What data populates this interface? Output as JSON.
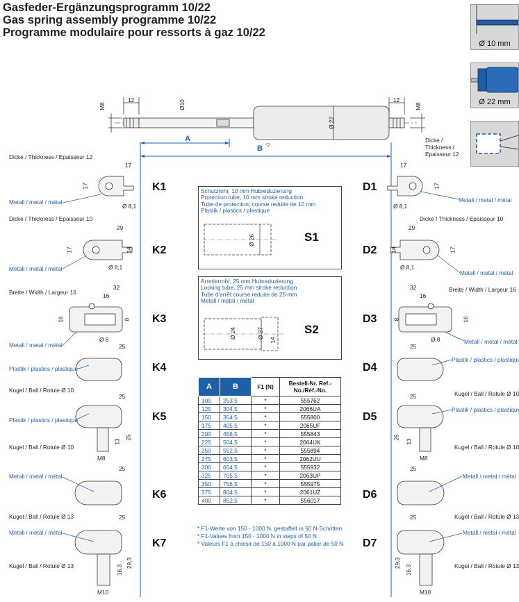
{
  "titles": {
    "de": "Gasfeder-Ergänzungsprogramm 10/22",
    "en": "Gas spring assembly programme 10/22",
    "fr": "Programme modulaire pour ressorts à gaz 10/22"
  },
  "panels": {
    "rod": "Ø 10 mm",
    "tube": "Ø 22 mm"
  },
  "main_dims": {
    "m8_left": "M8",
    "m8_right": "M8",
    "d12_left": "12",
    "d12_right": "12",
    "d10": "Ø10",
    "d22": "Ø 22",
    "a": "A",
    "b": "B",
    "b_note": "*2"
  },
  "left_codes": [
    "K1",
    "K2",
    "K3",
    "K4",
    "K5",
    "K6",
    "K7"
  ],
  "right_codes": [
    "D1",
    "D2",
    "D3",
    "D4",
    "D5",
    "D6",
    "D7"
  ],
  "left_labels": {
    "k1_thick": "Dicke / Thickness / Epaisseur 12",
    "k1_mat": "Metall / metal / métal",
    "k2_thick": "Dicke / Thickness / Epaisseur 10",
    "k2_mat": "Metall / metal / métal",
    "k3_width": "Breite / Width / Largeur 16",
    "k3_mat": "Metall / metal / métal",
    "k4_mat": "Plastik / plastics / plastique",
    "k4_ball": "Kugel / Ball / Rotule Ø 10",
    "k5_mat": "Plastik / plastics / plastique",
    "k5_ball": "Kugel / Ball / Rotule Ø 10",
    "k6_mat": "Metall / metal / métal",
    "k6_ball": "Kugel / Ball / Rotule Ø 13",
    "k7_mat": "Metall / metal / métal",
    "k7_ball": "Kugel / Ball / Rotule Ø 13"
  },
  "right_labels": {
    "d1_thick": [
      "Dicke /",
      "Thickness /",
      "Epaisseur 12"
    ],
    "d1_mat": "Metall / metal / métal",
    "d2_thick": "Dicke / Thickness / Epaisseur 10",
    "d2_mat": "Metall / metal / métal",
    "d3_width": "Breite / Width / Largeur 16",
    "d3_mat": "Metall / metal / métal",
    "d4_mat": "Plastik / plastics / plastique",
    "d4_ball": "Kugel / Ball / Rotule Ø 10",
    "d5_mat": "Plastik / plastics / plastique",
    "d5_ball": "Kugel / Ball / Rotule Ø 10",
    "d6_mat": "Metall / metal / métal",
    "d6_ball": "Kugel / Ball / Rotule Ø 13",
    "d7_mat": "Metall / metal / métal",
    "d7_ball": "Kugel / Ball / Rotule Ø 13"
  },
  "fitting_dims": {
    "k1": [
      "17",
      "17",
      "Ø 8,1"
    ],
    "k2": [
      "29",
      "17",
      "14",
      "Ø 8,1"
    ],
    "k3": [
      "32",
      "16",
      "16",
      "8",
      "Ø 8"
    ],
    "k4": [
      "25"
    ],
    "k5": [
      "25",
      "25",
      "13",
      "M8"
    ],
    "k6": [
      "25"
    ],
    "k7": [
      "25",
      "29,3",
      "16,3",
      "M10"
    ]
  },
  "s1": {
    "lines": [
      "Schutzrohr, 10 mm Hubreduzierung",
      "Protection tube, 10 mm stroke reduction",
      "Tube de protection, course reduite de 10 mm",
      "Plastik / plastics / plastique"
    ],
    "code": "S1",
    "dim": "Ø 26"
  },
  "s2": {
    "lines": [
      "Arretierrohr, 25 mm Hubreduzierung",
      "Locking tube, 25 mm stroke reduction",
      "Tube d'arrêt course reduite de 25 mm",
      "Metall / metal / métal"
    ],
    "code": "S2",
    "dims": [
      "Ø 24",
      "Ø 27",
      "14"
    ]
  },
  "order_table": {
    "headers": [
      "A",
      "B",
      "F1 (N)",
      "Bestell-Nr. Ref.-No./Réf.-No."
    ],
    "rows": [
      [
        "100",
        "253,5",
        "*",
        "555762"
      ],
      [
        "125",
        "304,5",
        "*",
        "2066UA"
      ],
      [
        "150",
        "354,5",
        "*",
        "555800"
      ],
      [
        "175",
        "405,5",
        "*",
        "2065UF"
      ],
      [
        "200",
        "456,5",
        "*",
        "555843"
      ],
      [
        "225",
        "504,5",
        "*",
        "2064UK"
      ],
      [
        "250",
        "552,5",
        "*",
        "555894"
      ],
      [
        "275",
        "603,5",
        "*",
        "2062UU"
      ],
      [
        "300",
        "654,5",
        "*",
        "555932"
      ],
      [
        "325",
        "705,5",
        "*",
        "2063UP"
      ],
      [
        "350",
        "756,5",
        "*",
        "555975"
      ],
      [
        "375",
        "804,5",
        "*",
        "2061UZ"
      ],
      [
        "400",
        "852,5",
        "*",
        "556017"
      ]
    ]
  },
  "notes": [
    "* F1-Werte von 150 - 1000 N, gestaffelt in 50 N-Schritten",
    "* F1-Values from 150 - 1000 N in steps of 50 N",
    "* Valeurs F1 à choisir de 150 à 1000 N par palier de 50 N"
  ],
  "colors": {
    "accent": "#1f5fa8",
    "header_bg": "#1f5fa8",
    "panel_bg": "#d8d8d8"
  }
}
